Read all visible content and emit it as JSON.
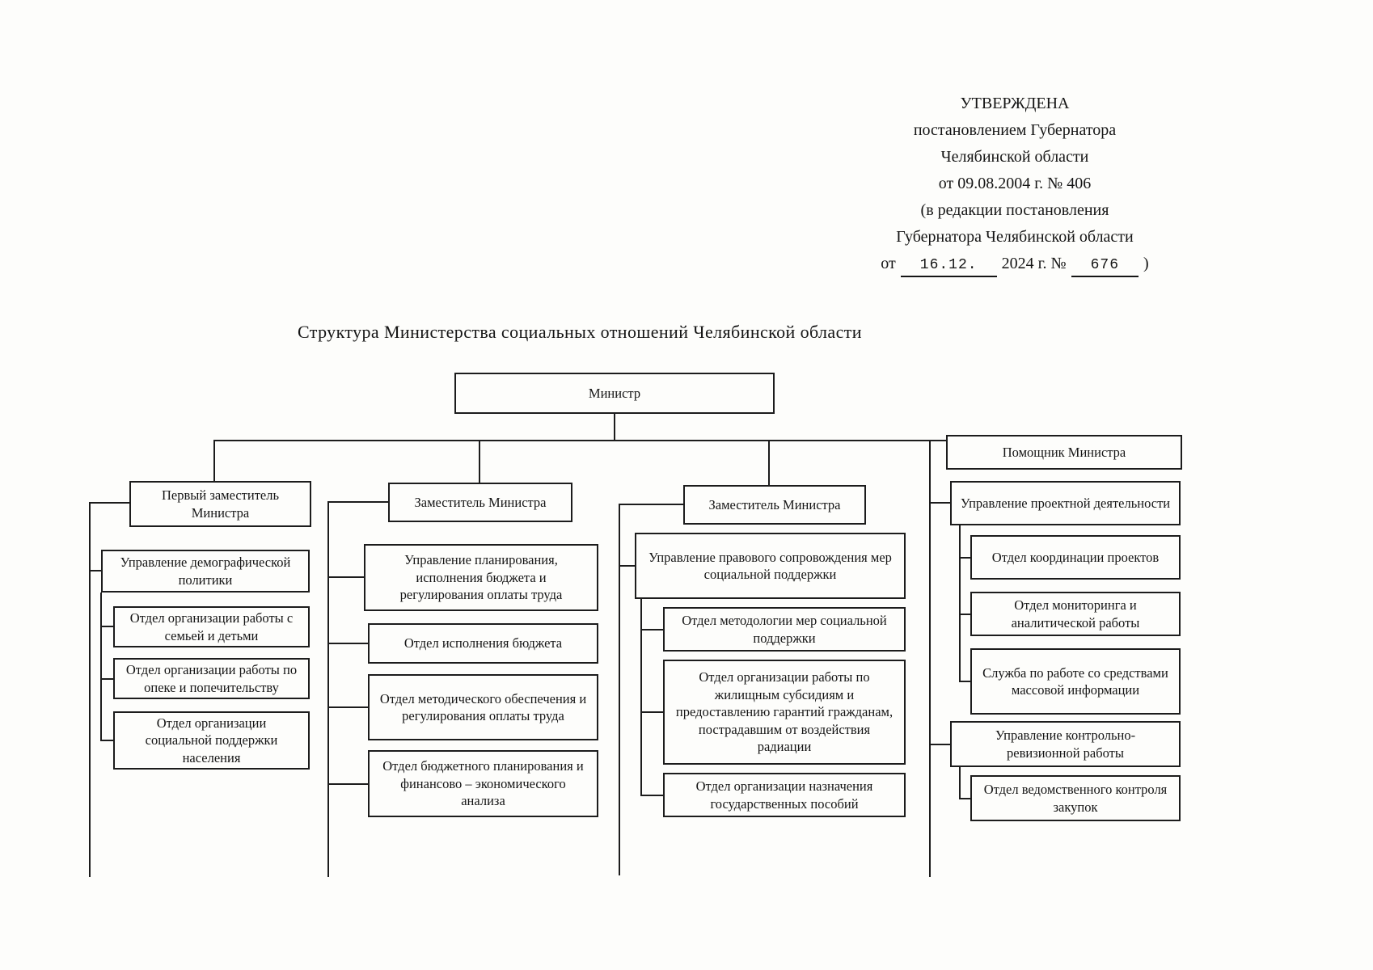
{
  "approval_stamp": {
    "lines": [
      "УТВЕРЖДЕНА",
      "постановлением Губернатора",
      "Челябинской области",
      "от 09.08.2004 г. № 406",
      "(в редакции постановления",
      "Губернатора Челябинской области"
    ],
    "amendment": {
      "prefix": "от",
      "date": "16.12.",
      "year_part": "2024 г. №",
      "number": "676",
      "suffix": ")"
    }
  },
  "title": "Структура Министерства социальных отношений Челябинской области",
  "org_chart": {
    "minister": "Министр",
    "assistant": "Помощник Министра",
    "first_deputy": "Первый заместитель Министра",
    "deputy_finance": "Заместитель Министра",
    "deputy_legal": "Заместитель Министра",
    "demography_dept": "Управление демографической политики",
    "family_unit": "Отдел организации работы с семьей и детьми",
    "custody_unit": "Отдел организации работы по опеке и попечительству",
    "social_support_unit": "Отдел организации социальной поддержки населения",
    "planning_dept": "Управление планирования, исполнения бюджета и регулирования оплаты труда",
    "budget_execution_unit": "Отдел исполнения бюджета",
    "pay_regulation_unit": "Отдел методического обеспечения и регулирования оплаты труда",
    "budget_planning_unit": "Отдел бюджетного планирования и финансово – экономического анализа",
    "legal_dept": "Управление правового сопровождения мер социальной поддержки",
    "methodology_unit": "Отдел методологии мер социальной поддержки",
    "housing_subsidies_unit": "Отдел организации работы по жилищным субсидиям и предоставлению гарантий гражданам, пострадавшим от воздействия радиации",
    "state_benefits_unit": "Отдел организации назначения государственных пособий",
    "project_dept": "Управление проектной деятельности",
    "project_coordination_unit": "Отдел координации проектов",
    "monitoring_unit": "Отдел мониторинга и аналитической работы",
    "media_service": "Служба по работе со средствами массовой информации",
    "audit_dept": "Управление контрольно-ревизионной работы",
    "procurement_control_unit": "Отдел ведомственного контроля закупок"
  }
}
